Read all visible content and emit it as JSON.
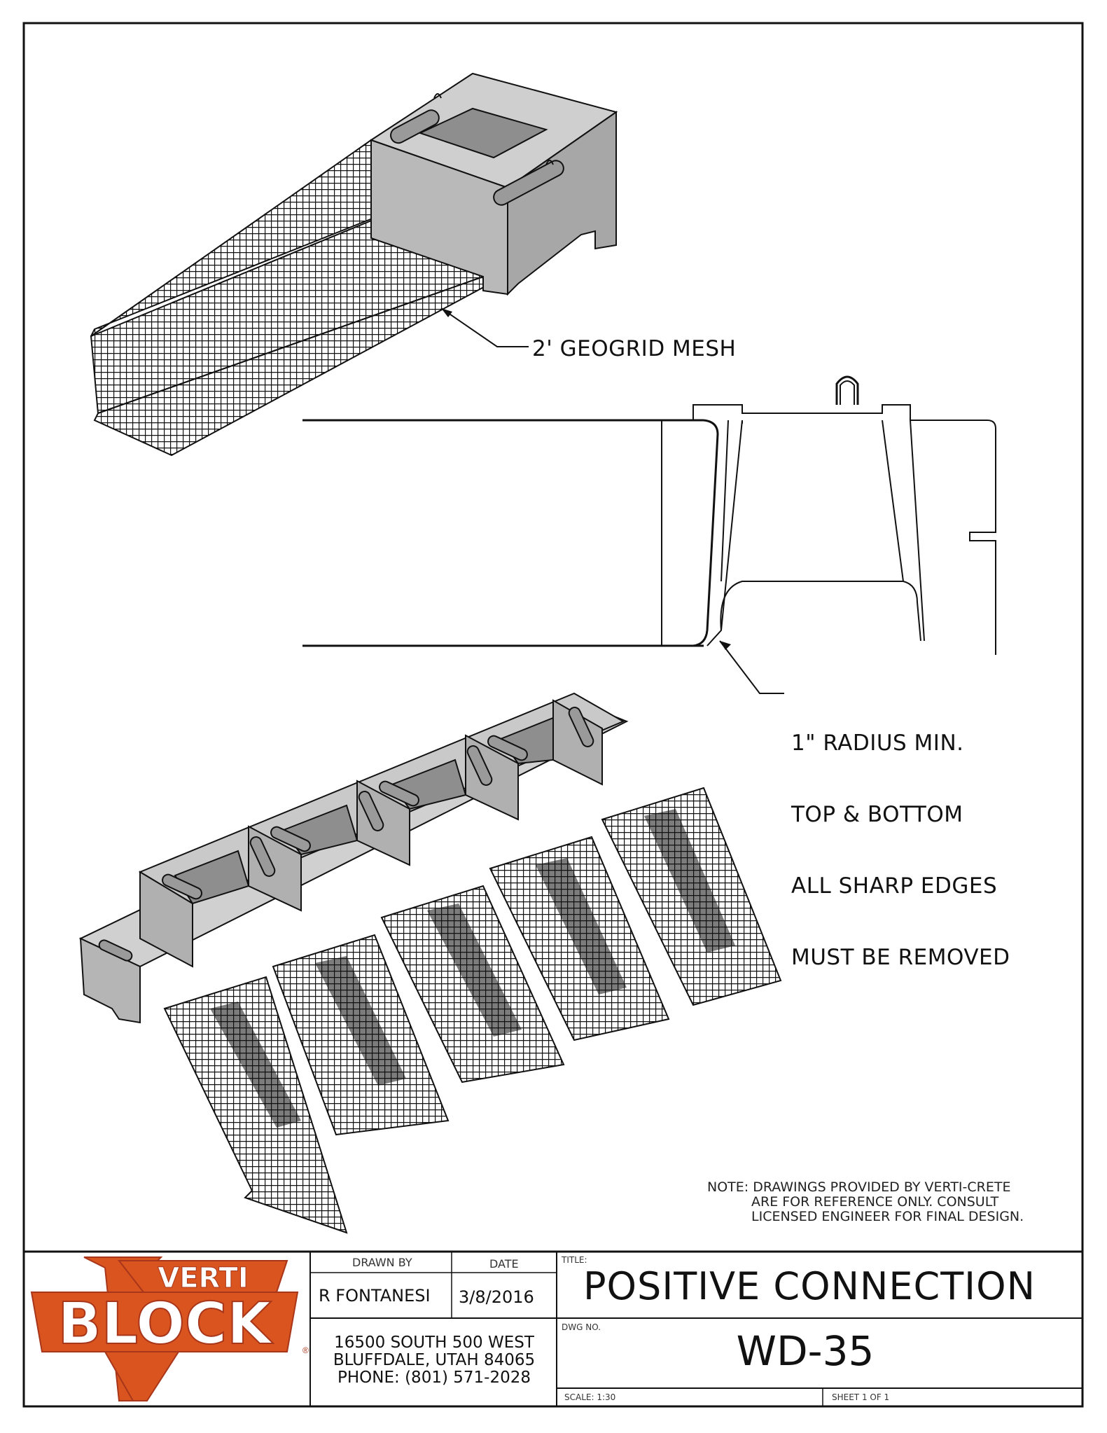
{
  "callouts": {
    "geogrid": "2' GEOGRID MESH",
    "radius_lines": [
      "1\" RADIUS MIN.",
      "TOP & BOTTOM",
      "ALL SHARP EDGES",
      "MUST BE REMOVED"
    ]
  },
  "note": {
    "lines": [
      "NOTE: DRAWINGS PROVIDED BY VERTI-CRETE",
      "ARE FOR REFERENCE ONLY. CONSULT",
      "LICENSED ENGINEER FOR FINAL DESIGN."
    ]
  },
  "logo": {
    "top_word": "VERTI",
    "main_word": "BLOCK",
    "registered": "®",
    "colors": {
      "orange": "#d9541e",
      "dark": "#a8361a"
    }
  },
  "title_block": {
    "drawn_by_label": "DRAWN BY",
    "drawn_by": "R FONTANESI",
    "date_label": "DATE",
    "date": "3/8/2016",
    "address_lines": [
      "16500 SOUTH 500 WEST",
      "BLUFFDALE, UTAH 84065",
      "PHONE: (801) 571-2028"
    ],
    "title_label": "TITLE:",
    "title": "POSITIVE CONNECTION",
    "dwg_label": "DWG NO.",
    "dwg_no": "WD-35",
    "scale": "SCALE: 1:30",
    "sheet": "SHEET 1 OF 1"
  }
}
